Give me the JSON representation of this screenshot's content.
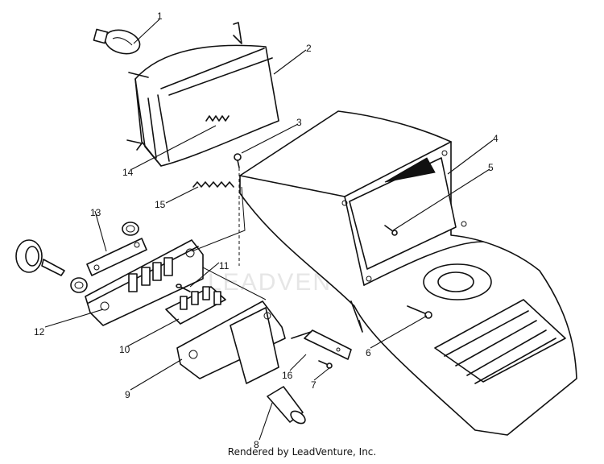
{
  "watermark": "LEADVENTURE",
  "credit": "Rendered by LeadVenture, Inc.",
  "callouts": [
    "1",
    "2",
    "3",
    "4",
    "5",
    "6",
    "7",
    "8",
    "9",
    "10",
    "11",
    "12",
    "13",
    "14",
    "15",
    "16"
  ]
}
